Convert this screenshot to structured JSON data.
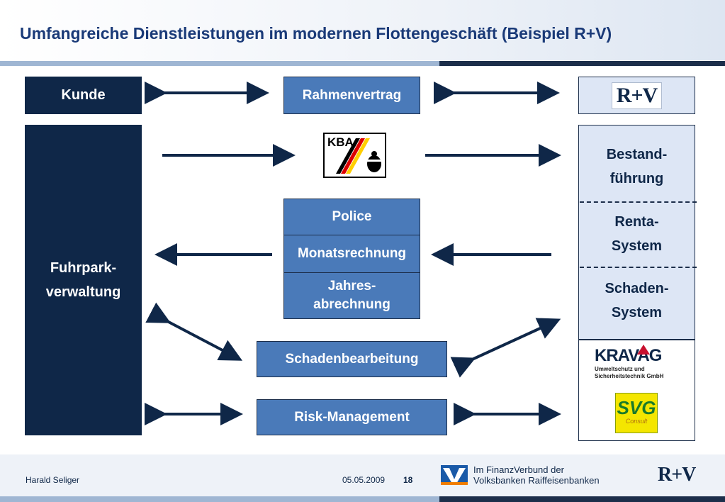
{
  "header": {
    "title": "Umfangreiche Dienstleistungen im modernen Flottengeschäft (Beispiel R+V)"
  },
  "left": {
    "kunde": "Kunde",
    "fuhrpark_line1": "Fuhrpark-",
    "fuhrpark_line2": "verwaltung"
  },
  "center": {
    "rahmenvertrag": "Rahmenvertrag",
    "kba": "KBA",
    "police": "Police",
    "monatsrechnung": "Monatsrechnung",
    "jahres_line1": "Jahres-",
    "jahres_line2": "abrechnung",
    "schadenbearbeitung": "Schadenbearbeitung",
    "risk_management": "Risk-Management"
  },
  "right": {
    "rv_logo": "R+V",
    "bestand_line1": "Bestand-",
    "bestand_line2": "führung",
    "renta_line1": "Renta-",
    "renta_line2": "System",
    "schaden_line1": "Schaden-",
    "schaden_line2": "System",
    "kravag_logo": "KRAVAG",
    "kravag_line1": "Umweltschutz und",
    "kravag_line2": "Sicherheitstechnik GmbH",
    "svg_logo": "SVG",
    "svg_sub": "Consult"
  },
  "footer": {
    "author": "Harald Seliger",
    "date": "05.05.2009",
    "page": "18",
    "finanz_line1": "Im FinanzVerbund der",
    "finanz_line2": "Volksbanken Raiffeisenbanken",
    "rv_logo": "R+V"
  },
  "colors": {
    "dark_navy": "#0f2748",
    "mid_blue": "#4a7ab9",
    "pale_blue": "#dde6f5",
    "title_blue": "#1a3a78",
    "svg_yellow": "#f4e600",
    "kravag_red": "#c8102e"
  }
}
